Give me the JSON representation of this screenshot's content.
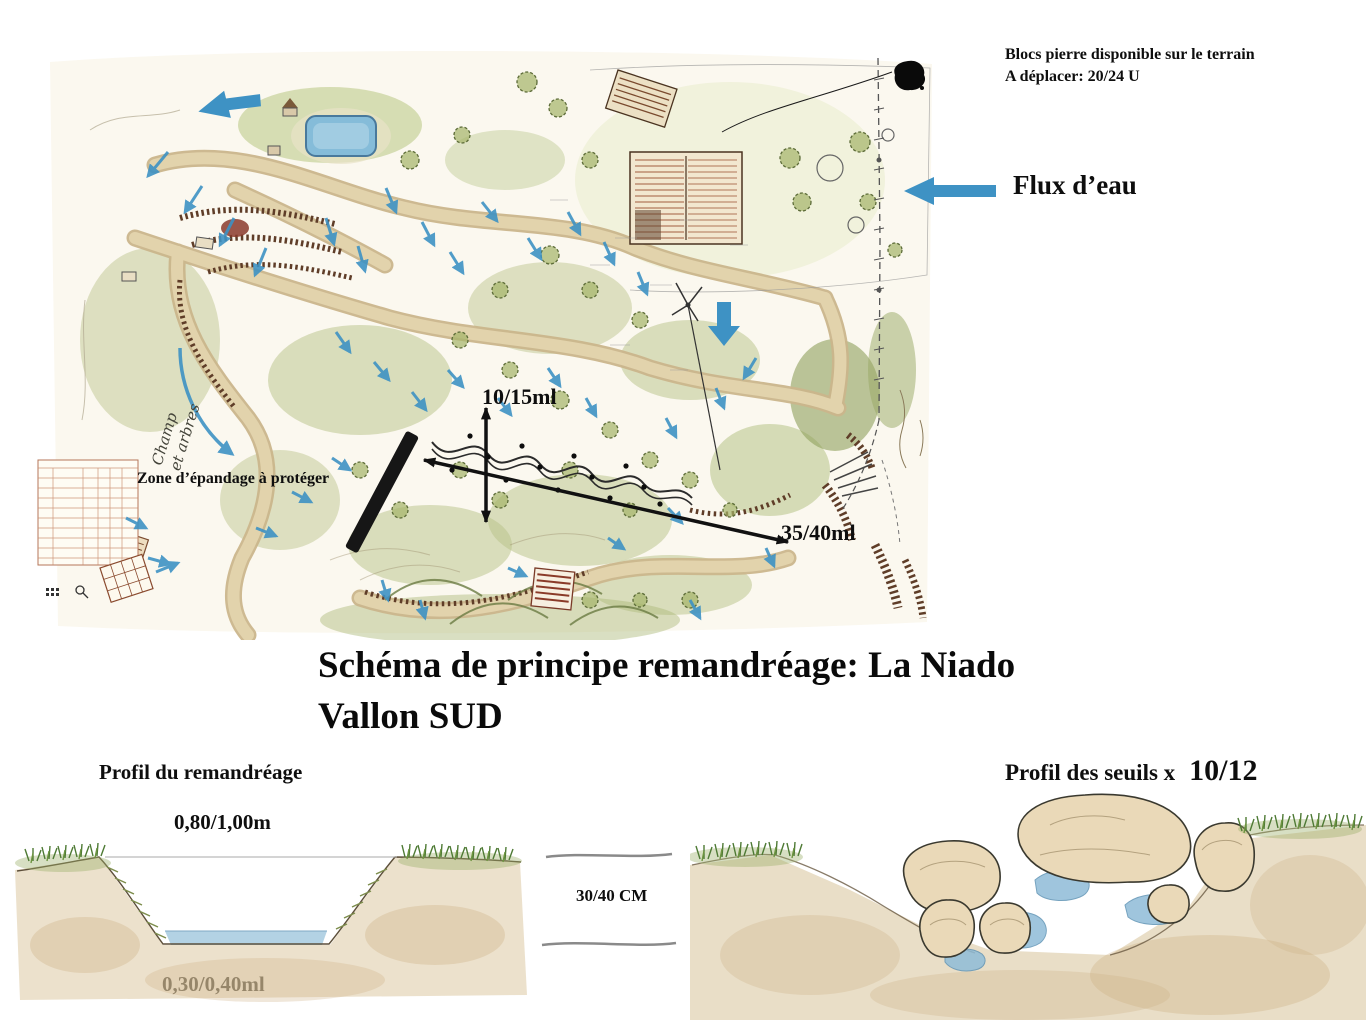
{
  "annotations": {
    "stones_note_line1": "Blocs pierre disponible sur le terrain",
    "stones_note_line2": "A déplacer: 20/24  U",
    "water_flow_label": "Flux d’eau"
  },
  "plan": {
    "upper_measure": "10/15ml",
    "lower_measure": "35/40ml",
    "zone_label": "Zone d’épandage à protéger",
    "handwritten_note_line1": "Champ",
    "handwritten_note_line2": "et arbres"
  },
  "title": {
    "line1": "Schéma de principe remandréage: La Niado",
    "line2": "Vallon SUD"
  },
  "left_profile": {
    "title": "Profil du remandréage",
    "top_width": "0,80/1,00m",
    "bottom_width": "0,30/0,40ml"
  },
  "depth_note": "30/40 CM",
  "right_profile": {
    "title": "Profil des seuils x",
    "count": "10/12"
  },
  "colors": {
    "water_blue": "#3e92c4",
    "wash_tan": "#d9c79f",
    "wash_green": "#b7c287",
    "ink": "#111111"
  }
}
